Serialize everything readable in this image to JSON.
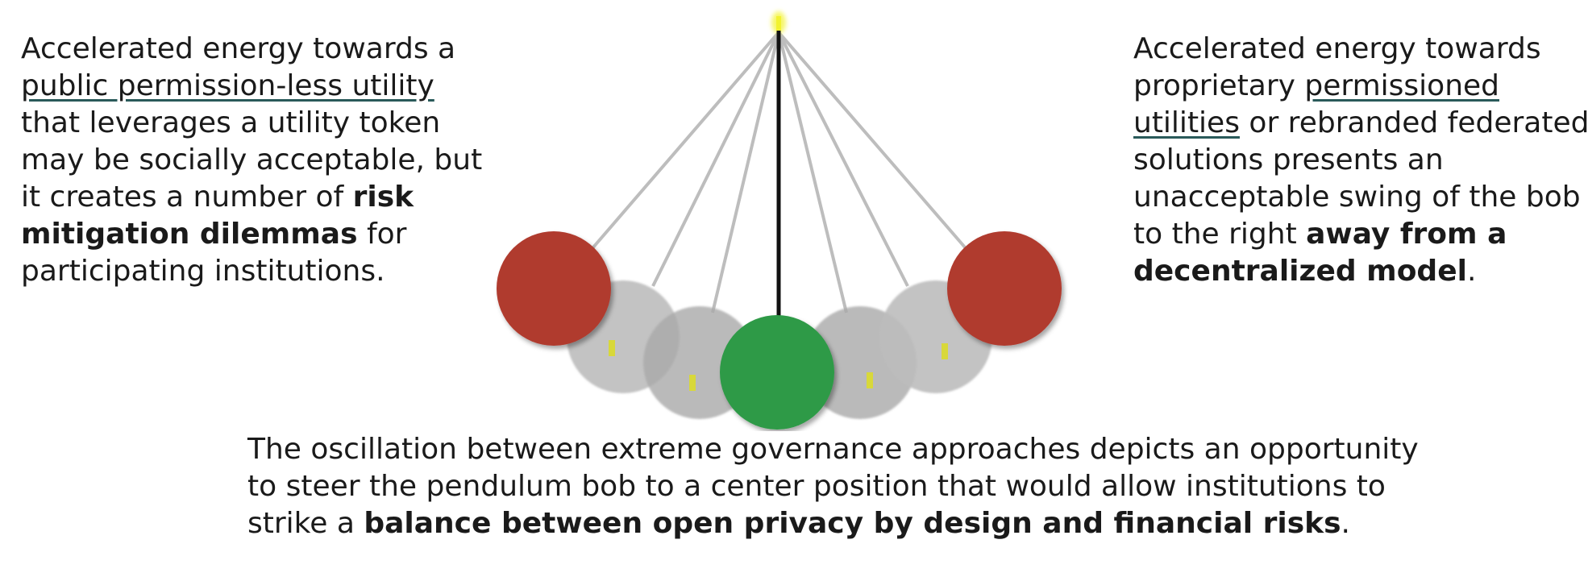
{
  "left_text": {
    "l1": "Accelerated energy towards a",
    "l2": "public permission-less utility",
    "l3": "that leverages a utility token",
    "l4": "may be socially acceptable,  but",
    "l5a": "it creates a number of ",
    "l5b": "risk",
    "l6a": "mitigation dilemmas",
    "l6b": " for",
    "l7": "participating institutions."
  },
  "right_text": {
    "l1": "Accelerated energy towards",
    "l2a": "proprietary ",
    "l2b": "permissioned",
    "l3a": "utilities",
    "l3b": " or rebranded federated",
    "l4": "solutions presents an",
    "l5": "unacceptable swing of the bob",
    "l6a": "to the right ",
    "l6b": "away from a",
    "l7a": "decentralized model",
    "l7b": "."
  },
  "bottom_text": {
    "l1": "The oscillation between extreme governance approaches depicts an opportunity",
    "l2": "to steer the pendulum bob to a center position that would allow institutions to",
    "l3a": "strike a ",
    "l3b": "balance between open privacy by design and financial risks",
    "l3c": "."
  },
  "colors": {
    "extreme_bob": "#b03a2e",
    "center_bob": "#2e9a47",
    "ghost_bob": "#bdbdbd",
    "pivot": "#f2f230",
    "rod": "#111111"
  }
}
